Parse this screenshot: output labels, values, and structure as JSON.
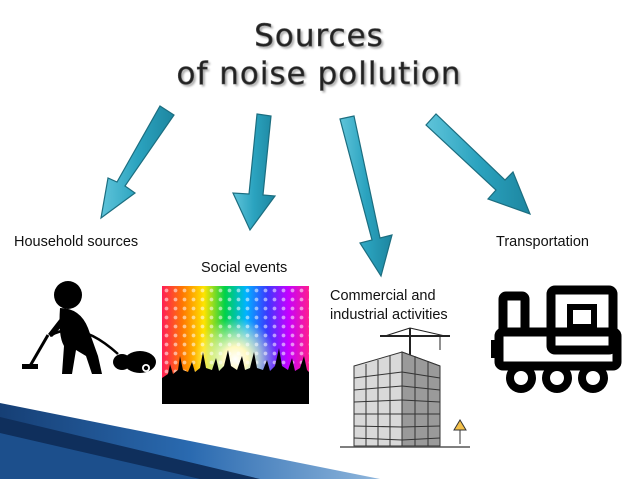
{
  "title": {
    "line1": "Sources",
    "line2": "of noise pollution"
  },
  "sources": [
    {
      "label": "Household sources",
      "icon": "vacuum-cleaner-person-icon"
    },
    {
      "label": "Social events",
      "icon": "concert-crowd-image"
    },
    {
      "label": "Commercial and industrial activities",
      "label_line1": "Commercial and",
      "label_line2": "industrial activities",
      "icon": "building-crane-image"
    },
    {
      "label": "Transportation",
      "icon": "train-icon"
    }
  ],
  "colors": {
    "arrow_fill": "#2ba3bf",
    "arrow_stroke": "#1c6e80",
    "corner_blue": "#1f5fa0",
    "icon_black": "#000000"
  }
}
